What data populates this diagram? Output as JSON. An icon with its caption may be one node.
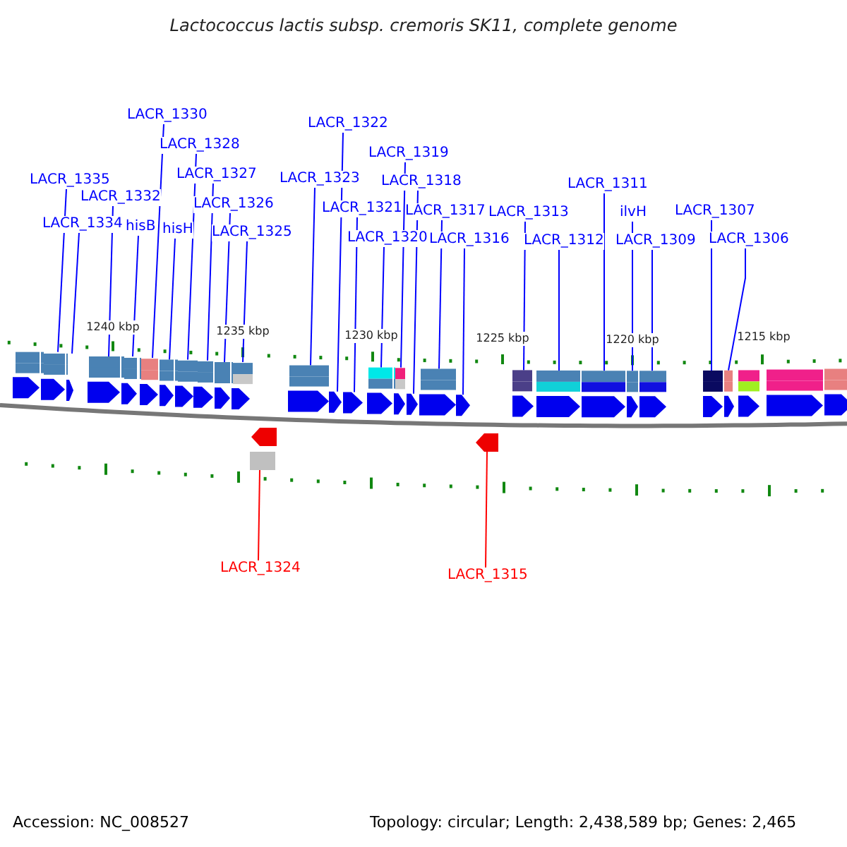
{
  "diagram": {
    "title": "Lactococcus lactis subsp. cremoris SK11, complete genome",
    "nodes": [
      {
        "text": [
          "LACR_1335"
        ]
      },
      {
        "text": [
          "LACR_1334"
        ]
      },
      {
        "text": [
          "LACR_1332"
        ]
      },
      {
        "text": [
          "hisB"
        ]
      },
      {
        "text": [
          "LACR_1330"
        ]
      },
      {
        "text": [
          "hisH"
        ]
      },
      {
        "text": [
          "LACR_1328"
        ]
      },
      {
        "text": [
          "LACR_1327"
        ]
      },
      {
        "text": [
          "LACR_1326"
        ]
      },
      {
        "text": [
          "LACR_1325"
        ]
      },
      {
        "text": [
          "LACR_1324"
        ]
      },
      {
        "text": [
          "LACR_1323"
        ]
      },
      {
        "text": [
          "LACR_1322"
        ]
      },
      {
        "text": [
          "LACR_1321"
        ]
      },
      {
        "text": [
          "LACR_1320"
        ]
      },
      {
        "text": [
          "LACR_1319"
        ]
      },
      {
        "text": [
          "LACR_1318"
        ]
      },
      {
        "text": [
          "LACR_1317"
        ]
      },
      {
        "text": [
          "LACR_1316"
        ]
      },
      {
        "text": [
          "LACR_1315"
        ]
      },
      {
        "text": [
          "LACR_1313"
        ]
      },
      {
        "text": [
          "LACR_1312"
        ]
      },
      {
        "text": [
          "LACR_1311"
        ]
      },
      {
        "text": [
          "ilvH"
        ]
      },
      {
        "text": [
          "LACR_1309"
        ]
      },
      {
        "text": [
          "LACR_1307"
        ]
      },
      {
        "text": [
          "LACR_1306"
        ]
      },
      {
        "text": [],
        "shape": "arrow"
      },
      {
        "text": [],
        "shape": "arrow"
      },
      {
        "text": [],
        "shape": "arrow"
      },
      {
        "text": [],
        "shape": "arrow"
      },
      {
        "text": [],
        "shape": "arrow"
      },
      {
        "text": [],
        "shape": "arrow"
      },
      {
        "text": [],
        "shape": "arrow"
      },
      {
        "text": [],
        "shape": "arrow"
      },
      {
        "text": [],
        "shape": "arrow"
      },
      {
        "text": [],
        "shape": "arrow"
      },
      {
        "text": [],
        "shape": "arrow"
      },
      {
        "text": [],
        "shape": "arrow"
      },
      {
        "text": [],
        "shape": "arrow"
      },
      {
        "text": [],
        "shape": "arrow"
      },
      {
        "text": [],
        "shape": "arrow"
      },
      {
        "text": [],
        "shape": "arrow"
      },
      {
        "text": [],
        "shape": "arrow"
      },
      {
        "text": [],
        "shape": "arrow"
      },
      {
        "text": [],
        "shape": "arrow"
      },
      {
        "text": [],
        "shape": "arrow"
      },
      {
        "text": [],
        "shape": "arrow"
      },
      {
        "text": [],
        "shape": "arrow"
      },
      {
        "text": [],
        "shape": "arrow"
      },
      {
        "text": [],
        "shape": "arrow"
      },
      {
        "text": [],
        "shape": "arrow"
      },
      {
        "text": [],
        "shape": "arrow"
      },
      {
        "text": [],
        "shape": "arrow"
      },
      {
        "text": [],
        "shape": "arrow"
      },
      {
        "text": [],
        "shape": "arrow"
      },
      {
        "text": [],
        "shape": "arrow"
      },
      {
        "text": [],
        "shape": "arrow"
      }
    ],
    "edges": [
      {
        "from": 0,
        "to": 28,
        "arrow": "none"
      },
      {
        "from": 1,
        "to": 29,
        "arrow": "none"
      },
      {
        "from": 2,
        "to": 30,
        "arrow": "none"
      },
      {
        "from": 3,
        "to": 31,
        "arrow": "none"
      },
      {
        "from": 4,
        "to": 32,
        "arrow": "none"
      },
      {
        "from": 5,
        "to": 33,
        "arrow": "none"
      },
      {
        "from": 6,
        "to": 34,
        "arrow": "none"
      },
      {
        "from": 7,
        "to": 35,
        "arrow": "none"
      },
      {
        "from": 8,
        "to": 36,
        "arrow": "none"
      },
      {
        "from": 9,
        "to": 37,
        "arrow": "none"
      },
      {
        "from": 10,
        "to": 38,
        "arrow": "none",
        "color": "#ff0000"
      },
      {
        "from": 11,
        "to": 39,
        "arrow": "none"
      },
      {
        "from": 12,
        "to": 40,
        "arrow": "none"
      },
      {
        "from": 13,
        "to": 41,
        "arrow": "none"
      },
      {
        "from": 14,
        "to": 42,
        "arrow": "none"
      },
      {
        "from": 15,
        "to": 43,
        "arrow": "none"
      },
      {
        "from": 16,
        "to": 44,
        "arrow": "none"
      },
      {
        "from": 17,
        "to": 45,
        "arrow": "none"
      },
      {
        "from": 18,
        "to": 46,
        "arrow": "none"
      },
      {
        "from": 19,
        "to": 47,
        "arrow": "none",
        "color": "#ff0000"
      },
      {
        "from": 20,
        "to": 48,
        "arrow": "none"
      },
      {
        "from": 21,
        "to": 49,
        "arrow": "none"
      },
      {
        "from": 22,
        "to": 50,
        "arrow": "none"
      },
      {
        "from": 23,
        "to": 51,
        "arrow": "none"
      },
      {
        "from": 24,
        "to": 52,
        "arrow": "none"
      },
      {
        "from": 25,
        "to": 53,
        "arrow": "none"
      },
      {
        "from": 26,
        "to": 54,
        "arrow": "none"
      }
    ],
    "labels": [
      "1240 kbp",
      "1235 kbp",
      "1230 kbp",
      "1225 kbp",
      "1220 kbp",
      "1215 kbp",
      "Accession: NC_008527",
      "Topology: circular; Length: 2,438,589 bp; Genes: 2,465"
    ]
  }
}
